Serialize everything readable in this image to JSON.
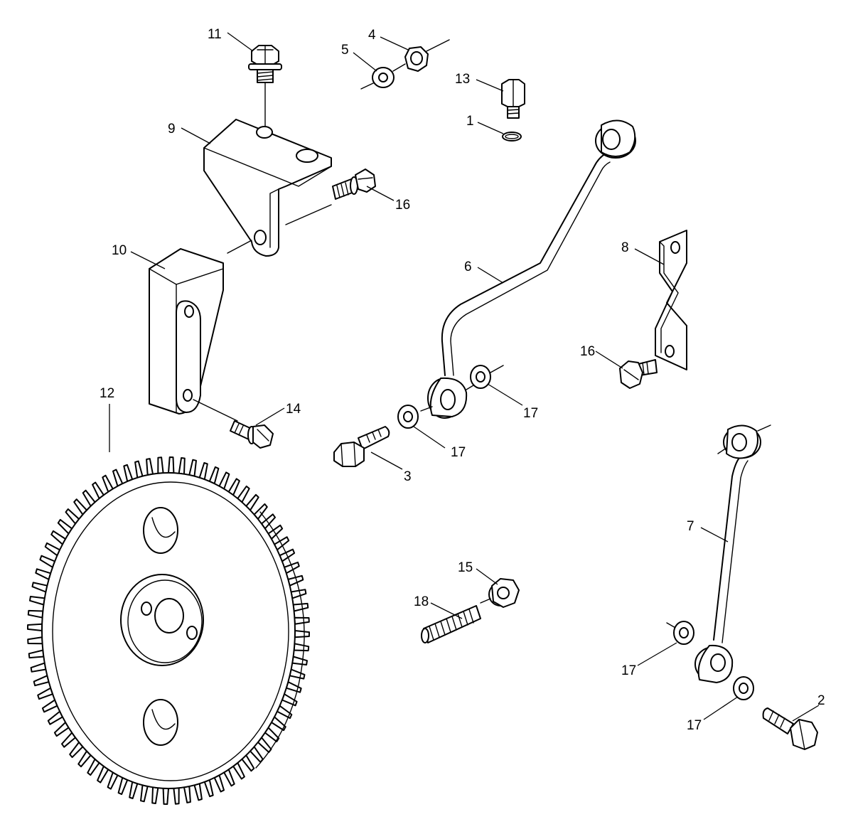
{
  "diagram": {
    "callouts": [
      {
        "id": "c11",
        "label": "11"
      },
      {
        "id": "c4",
        "label": "4"
      },
      {
        "id": "c5",
        "label": "5"
      },
      {
        "id": "c13",
        "label": "13"
      },
      {
        "id": "c1",
        "label": "1"
      },
      {
        "id": "c9",
        "label": "9"
      },
      {
        "id": "c16a",
        "label": "16"
      },
      {
        "id": "c10",
        "label": "10"
      },
      {
        "id": "c6",
        "label": "6"
      },
      {
        "id": "c8",
        "label": "8"
      },
      {
        "id": "c16b",
        "label": "16"
      },
      {
        "id": "c12",
        "label": "12"
      },
      {
        "id": "c14",
        "label": "14"
      },
      {
        "id": "c17a",
        "label": "17"
      },
      {
        "id": "c17b",
        "label": "17"
      },
      {
        "id": "c3",
        "label": "3"
      },
      {
        "id": "c15",
        "label": "15"
      },
      {
        "id": "c18",
        "label": "18"
      },
      {
        "id": "c7",
        "label": "7"
      },
      {
        "id": "c17c",
        "label": "17"
      },
      {
        "id": "c17d",
        "label": "17"
      },
      {
        "id": "c2",
        "label": "2"
      }
    ]
  }
}
